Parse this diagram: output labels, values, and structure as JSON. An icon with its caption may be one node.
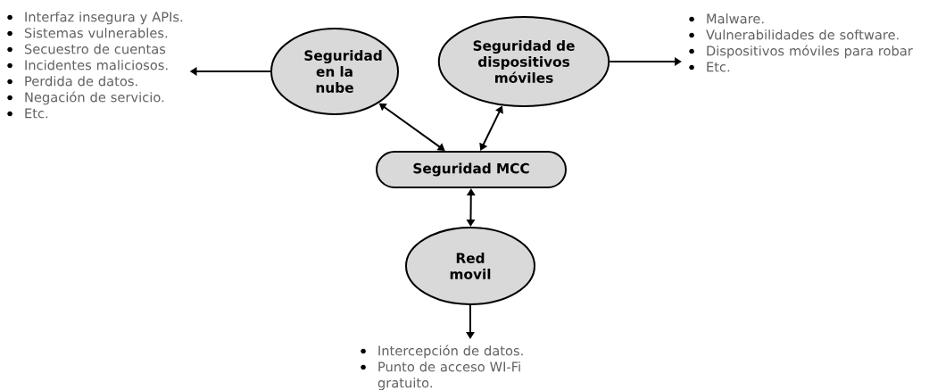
{
  "diagram": {
    "nodes": [
      {
        "text": [
          "Seguridad en la nube"
        ]
      },
      {
        "text": [
          "Seguridad de dispositivos móviles"
        ]
      },
      {
        "text": [
          "Seguridad MCC"
        ]
      },
      {
        "text": [
          "Red movil"
        ]
      },
      {
        "text": [
          "Interfaz insegura y APIs.",
          "Sistemas vulnerables.",
          "Secuestro de cuentas",
          "Incidentes maliciosos.",
          "Perdida de datos.",
          "Negación de servicio.",
          "Etc."
        ]
      },
      {
        "text": [
          "Malware.",
          "Vulnerabilidades de software.",
          "Dispositivos móviles para robar",
          "Etc."
        ]
      },
      {
        "text": [
          "Intercepción de datos.",
          "Punto de acceso WI-Fi gratuito."
        ]
      }
    ],
    "edges": [
      {
        "from": 0,
        "to": 2,
        "arrow": "both"
      },
      {
        "from": 1,
        "to": 2,
        "arrow": "both"
      },
      {
        "from": 2,
        "to": 3,
        "arrow": "both"
      },
      {
        "from": 0,
        "to": 4,
        "arrow": "to"
      },
      {
        "from": 1,
        "to": 5,
        "arrow": "to"
      },
      {
        "from": 3,
        "to": 6,
        "arrow": "to"
      }
    ]
  }
}
